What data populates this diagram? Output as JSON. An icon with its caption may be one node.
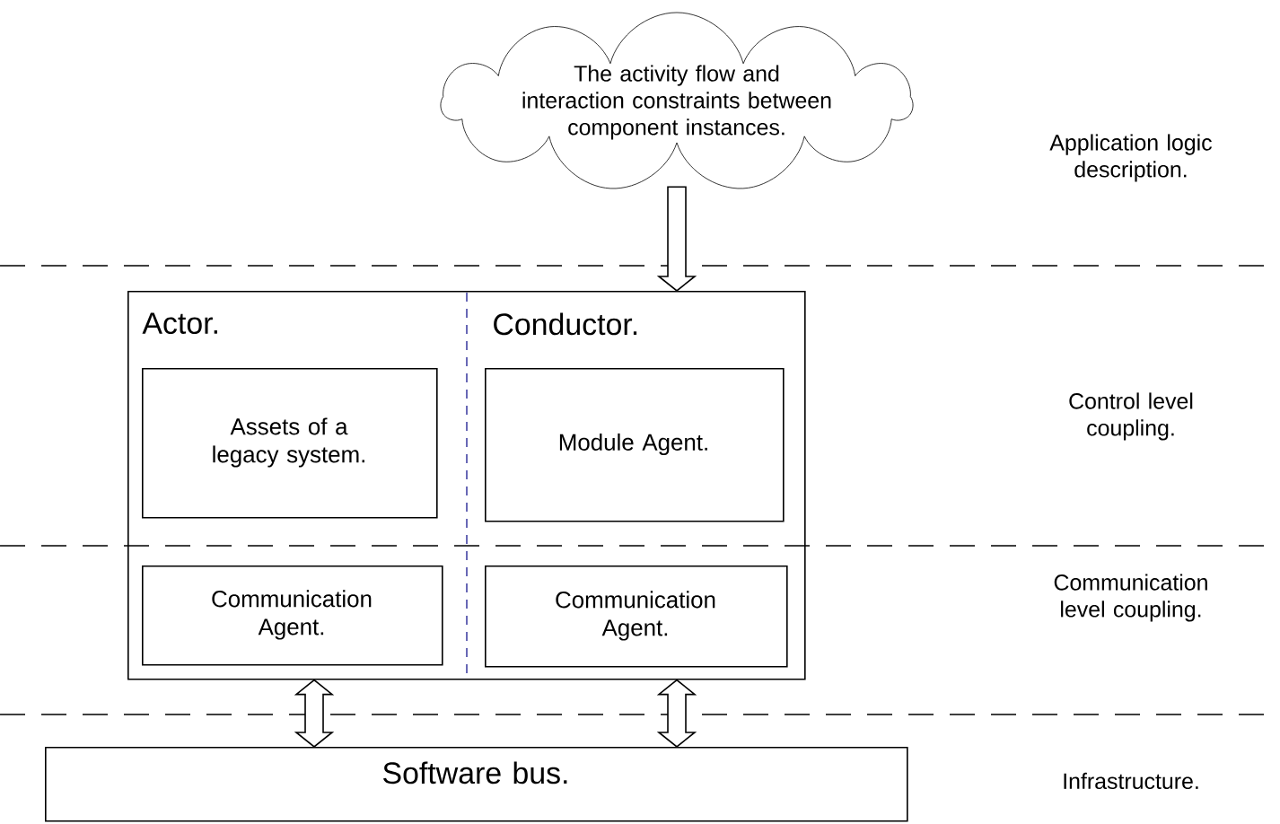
{
  "diagram": {
    "nodes": [
      {
        "text": [
          "The activity flow and interaction constraints  between component instances."
        ]
      },
      {
        "text": [
          "Actor.",
          "Conductor."
        ]
      },
      {
        "text": [
          "Assets of a legacy system."
        ],
        "in": 1
      },
      {
        "text": [
          "Module Agent."
        ],
        "in": 1
      },
      {
        "text": [
          "Communication Agent."
        ],
        "in": 1
      },
      {
        "text": [
          "Communication Agent."
        ],
        "in": 1
      },
      {
        "text": [
          "Software bus."
        ]
      }
    ],
    "edges": [
      {
        "from": 0,
        "to": 1,
        "arrow": "to"
      },
      {
        "from": 1,
        "to": 6,
        "arrow": "both"
      },
      {
        "from": 1,
        "to": 6,
        "arrow": "both"
      }
    ],
    "labels": [
      "Application logic description.",
      "Control level coupling.",
      "Communication level coupling.",
      "Infrastructure."
    ]
  }
}
